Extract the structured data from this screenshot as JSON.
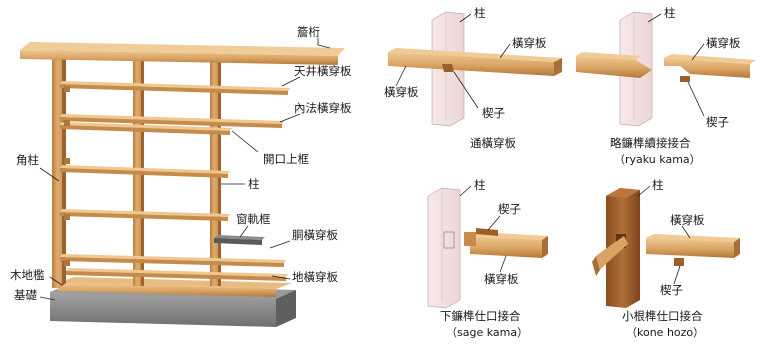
{
  "left_figure": {
    "labels": {
      "keta": "簷桁",
      "tenjo_nuki": "天井橫穿板",
      "uchinori_nuki": "內法橫穿板",
      "kaiko_kamakamachi": "開口上框",
      "hashira": "柱",
      "sumi_hashira": "角柱",
      "mado_waku": "窗軌框",
      "do_nuki": "胴橫穿板",
      "ki_jiki": "木地檻",
      "ji_nuki": "地橫穿板",
      "kiso": "基礎"
    }
  },
  "detail_1": {
    "hashira": "柱",
    "nuki": "橫穿板",
    "nuki_left": "橫穿板",
    "kusabi": "楔子",
    "caption": "通橫穿板"
  },
  "detail_2": {
    "hashira": "柱",
    "nuki": "橫穿板",
    "kusabi": "楔子",
    "caption": "略鐮榫續接接合",
    "caption_romaji": "（ryaku kama）"
  },
  "detail_3": {
    "hashira": "柱",
    "kusabi": "楔子",
    "nuki": "橫穿板",
    "caption": "下鐮榫仕口接合",
    "caption_romaji": "（sage kama）"
  },
  "detail_4": {
    "hashira": "柱",
    "nuki": "橫穿板",
    "kusabi": "楔子",
    "caption": "小根榫仕口接合",
    "caption_romaji": "（kone hozo）"
  },
  "colors": {
    "wood_light": "#e3b57a",
    "wood_mid": "#c98d4a",
    "wood_dark": "#a4672c",
    "post_ghost": "#f4dede",
    "post_ghost_stroke": "#c9a8a8",
    "dark_post": "#9a5a26",
    "concrete": "#8c8c8c",
    "concrete_dark": "#6e6e6e"
  }
}
